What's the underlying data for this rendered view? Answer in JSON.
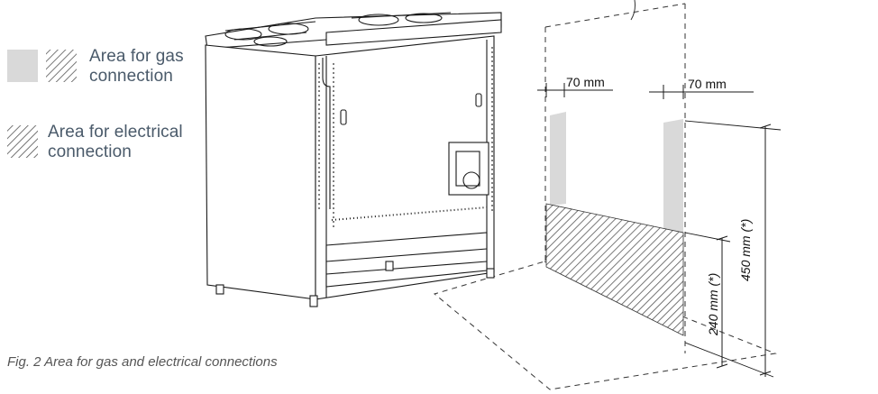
{
  "legend": {
    "gas": {
      "line1": "Area for gas",
      "line2": "connection"
    },
    "electrical": {
      "line1": "Area for electrical",
      "line2": "connection"
    }
  },
  "dimensions": {
    "left_gap": "70 mm",
    "right_gap": "70 mm",
    "electrical_height": "240 mm (*)",
    "gas_height": "450 mm (*)"
  },
  "caption": "Fig. 2 Area for gas and electrical connections",
  "colors": {
    "gas_area": "#d9d9d9",
    "hatch_line": "#555555",
    "legend_text": "#4a5a6a",
    "line": "#1a1a1a"
  }
}
